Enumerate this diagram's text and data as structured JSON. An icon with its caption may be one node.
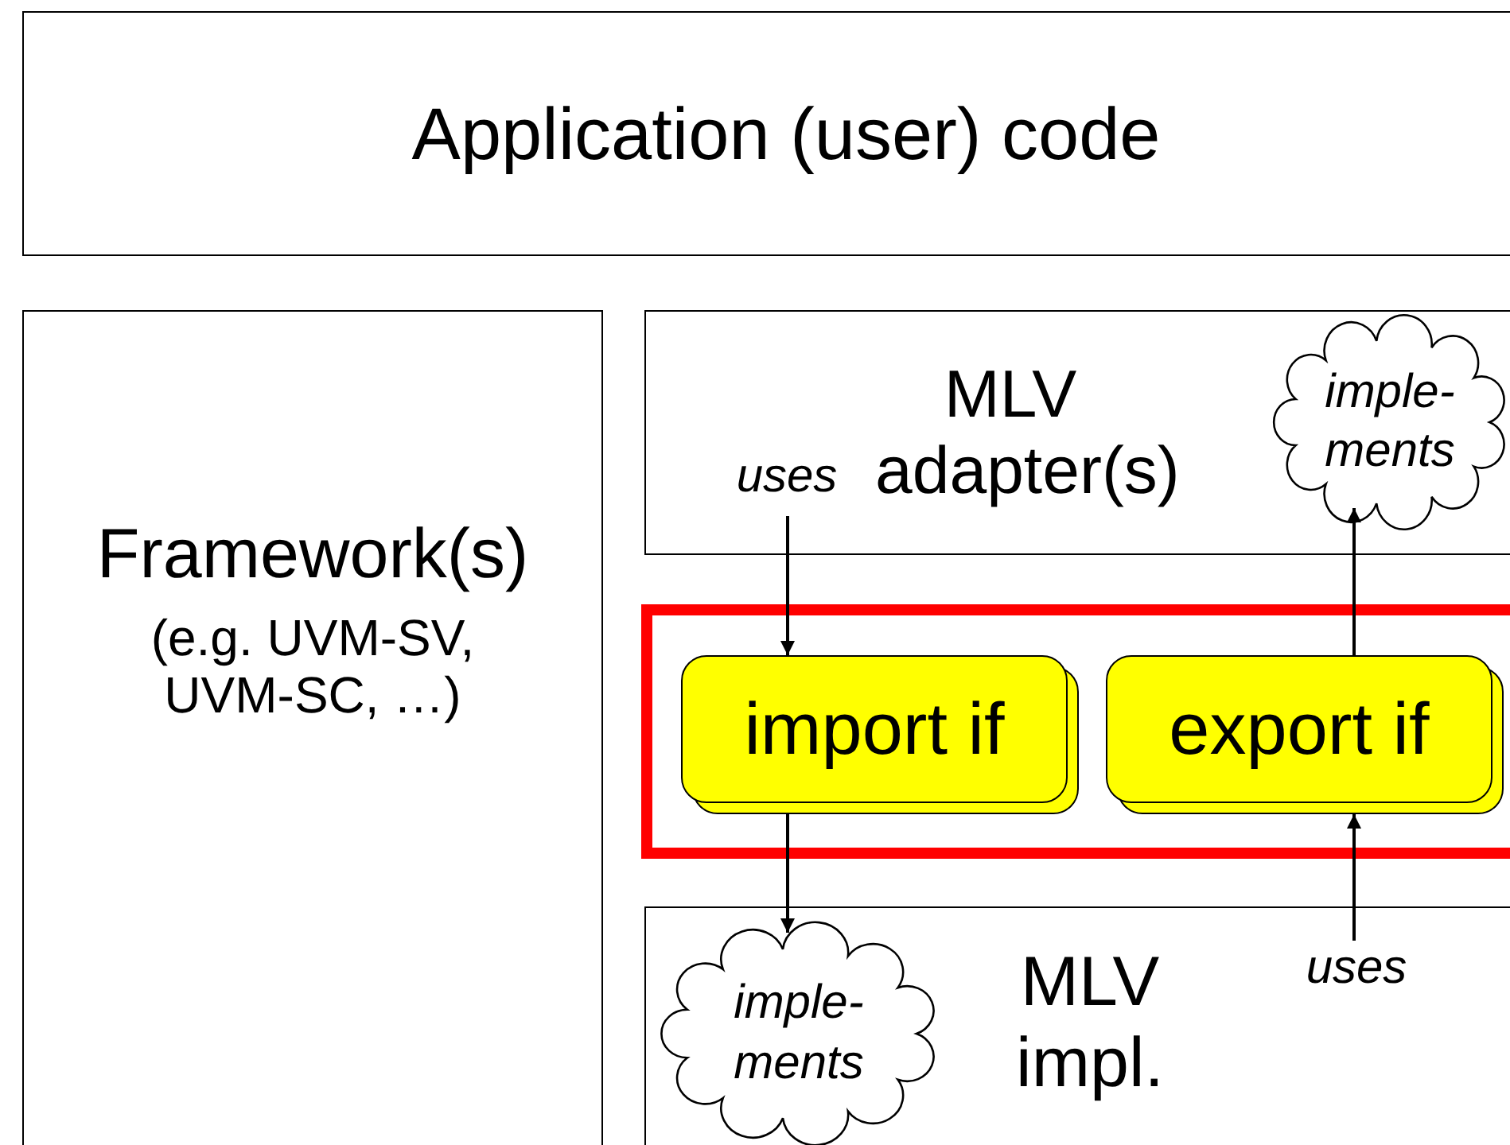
{
  "diagram": {
    "nodes": [
      {
        "text": [
          "Application (user) code"
        ]
      },
      {
        "text": [
          "Framework(s)",
          "(e.g. UVM-SV, UVM-SC, …)"
        ]
      },
      {
        "text": [
          "MLV adapter(s)"
        ]
      },
      {
        "text": [
          "imple- ments"
        ],
        "in": 2
      },
      {
        "text": [
          "uses"
        ],
        "in": 2
      },
      {
        "text": [],
        "shape": "box"
      },
      {
        "text": [
          "import if"
        ],
        "in": 5
      },
      {
        "text": [
          "export if"
        ],
        "in": 5
      },
      {
        "text": [
          "MLV impl."
        ]
      },
      {
        "text": [
          "imple- ments"
        ],
        "in": 8
      },
      {
        "text": [
          "uses"
        ],
        "in": 8
      }
    ],
    "edges": [
      {
        "from": 4,
        "to": 6,
        "arrow": "to"
      },
      {
        "from": 6,
        "to": 9,
        "arrow": "to"
      },
      {
        "from": 7,
        "to": 3,
        "arrow": "to"
      },
      {
        "from": 10,
        "to": 7,
        "arrow": "to"
      }
    ]
  }
}
